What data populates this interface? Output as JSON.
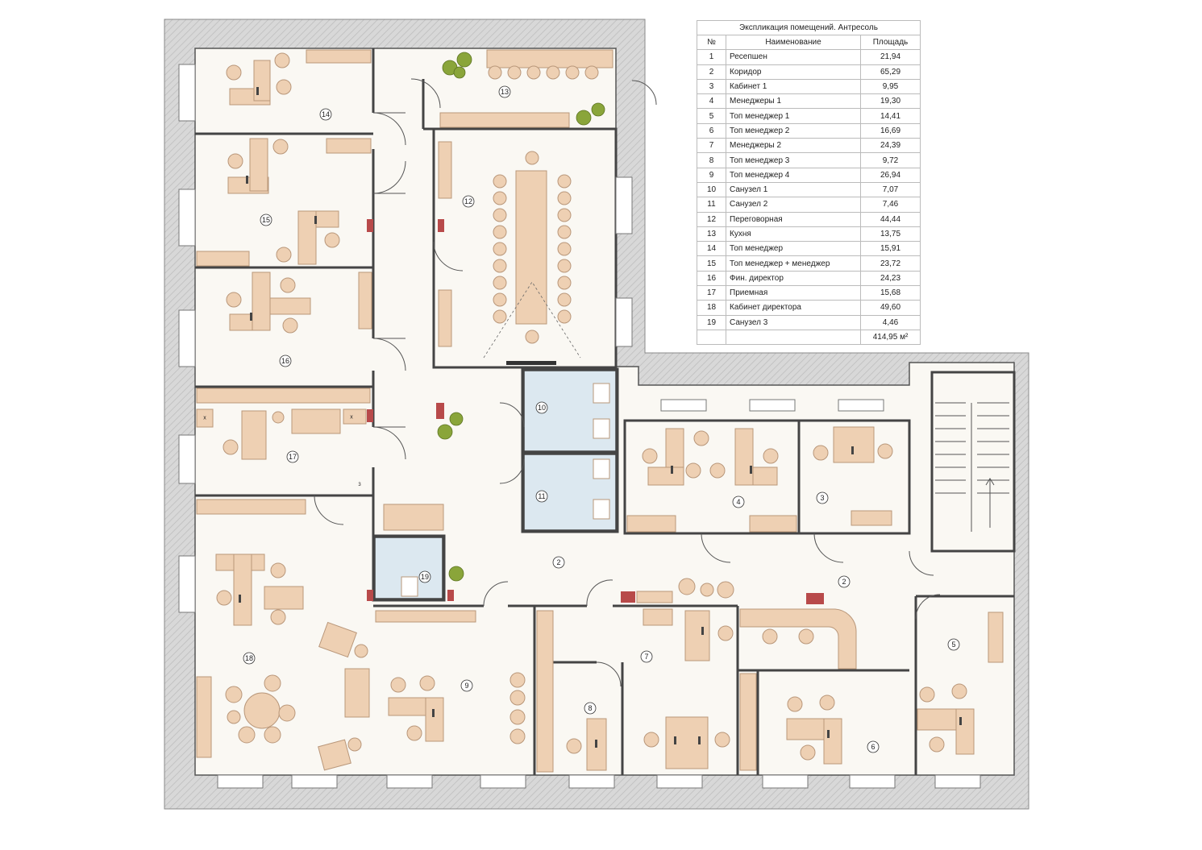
{
  "legend": {
    "title": "Экспликация помещений. Антресоль",
    "headers": {
      "num": "№",
      "name": "Наименование",
      "area": "Площадь"
    },
    "rows": [
      {
        "num": "1",
        "name": "Ресепшен",
        "area": "21,94"
      },
      {
        "num": "2",
        "name": "Коридор",
        "area": "65,29"
      },
      {
        "num": "3",
        "name": "Кабинет 1",
        "area": "9,95"
      },
      {
        "num": "4",
        "name": "Менеджеры 1",
        "area": "19,30"
      },
      {
        "num": "5",
        "name": "Топ менеджер 1",
        "area": "14,41"
      },
      {
        "num": "6",
        "name": "Топ менеджер 2",
        "area": "16,69"
      },
      {
        "num": "7",
        "name": "Менеджеры 2",
        "area": "24,39"
      },
      {
        "num": "8",
        "name": "Топ менеджер 3",
        "area": "9,72"
      },
      {
        "num": "9",
        "name": "Топ менеджер 4",
        "area": "26,94"
      },
      {
        "num": "10",
        "name": "Санузел 1",
        "area": "7,07"
      },
      {
        "num": "11",
        "name": "Санузел 2",
        "area": "7,46"
      },
      {
        "num": "12",
        "name": "Переговорная",
        "area": "44,44"
      },
      {
        "num": "13",
        "name": "Кухня",
        "area": "13,75"
      },
      {
        "num": "14",
        "name": "Топ менеджер",
        "area": "15,91"
      },
      {
        "num": "15",
        "name": "Топ менеджер + менеджер",
        "area": "23,72"
      },
      {
        "num": "16",
        "name": "Фин. директор",
        "area": "24,23"
      },
      {
        "num": "17",
        "name": "Приемная",
        "area": "15,68"
      },
      {
        "num": "18",
        "name": "Кабинет директора",
        "area": "49,60"
      },
      {
        "num": "19",
        "name": "Санузел 3",
        "area": "4,46"
      }
    ],
    "total": "414,95 м²"
  },
  "room_labels": [
    "14",
    "13",
    "12",
    "15",
    "16",
    "17",
    "10",
    "11",
    "4",
    "3",
    "2",
    "2",
    "19",
    "18",
    "9",
    "8",
    "7",
    "6",
    "5"
  ],
  "small_marks": [
    "x",
    "x",
    "3"
  ],
  "colors": {
    "wall": "#d4d4d4",
    "floor": "#faf8f3",
    "furniture": "#eed0b3",
    "furniture_stroke": "#b9977a",
    "wet_room": "#dce8f0",
    "plant": "#8aa53a",
    "red_accent": "#b84a4a",
    "text": "#222222"
  }
}
